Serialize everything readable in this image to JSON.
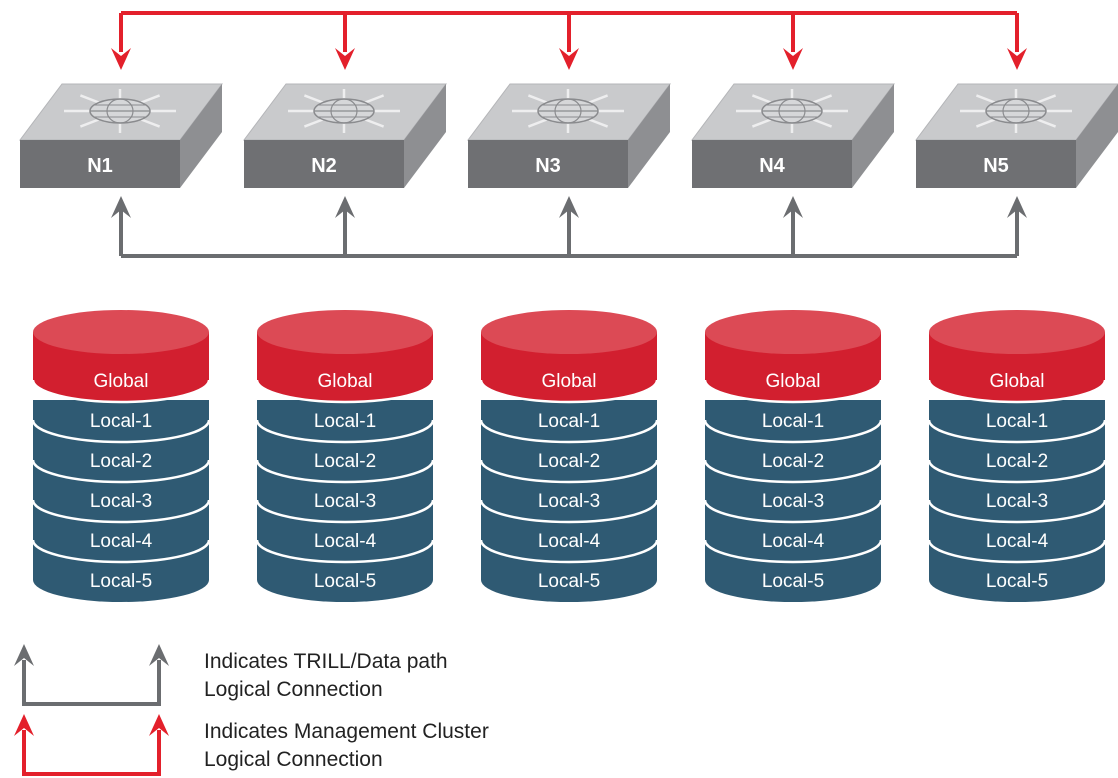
{
  "switches": [
    {
      "label": "N1"
    },
    {
      "label": "N2"
    },
    {
      "label": "N3"
    },
    {
      "label": "N4"
    },
    {
      "label": "N5"
    }
  ],
  "databases": [
    {
      "global": "Global",
      "locals": [
        "Local-1",
        "Local-2",
        "Local-3",
        "Local-4",
        "Local-5"
      ]
    },
    {
      "global": "Global",
      "locals": [
        "Local-1",
        "Local-2",
        "Local-3",
        "Local-4",
        "Local-5"
      ]
    },
    {
      "global": "Global",
      "locals": [
        "Local-1",
        "Local-2",
        "Local-3",
        "Local-4",
        "Local-5"
      ]
    },
    {
      "global": "Global",
      "locals": [
        "Local-1",
        "Local-2",
        "Local-3",
        "Local-4",
        "Local-5"
      ]
    },
    {
      "global": "Global",
      "locals": [
        "Local-1",
        "Local-2",
        "Local-3",
        "Local-4",
        "Local-5"
      ]
    }
  ],
  "legend": {
    "trill_line1": "Indicates TRILL/Data path",
    "trill_line2": "Logical Connection",
    "mgmt_line1": "Indicates Management Cluster",
    "mgmt_line2": "Logical Connection"
  },
  "colors": {
    "management": "#e3202b",
    "trill": "#6b6d70",
    "global": "#d21f2f",
    "global_top": "#dc4a55",
    "local": "#2f5a73",
    "switch_top": "#c9cacc",
    "switch_front": "#6f7073",
    "switch_side": "#8e8f92"
  }
}
